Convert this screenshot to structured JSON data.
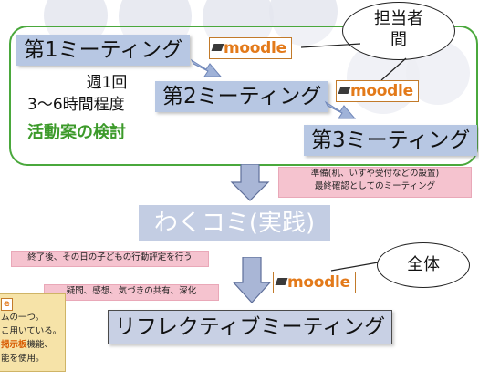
{
  "speech_top": {
    "line1": "担当者",
    "line2": "間"
  },
  "speech_right": {
    "text": "全体"
  },
  "meetings": {
    "m1": "第1ミーティング",
    "m2": "第2ミーティング",
    "m3": "第3ミーティング"
  },
  "frequency": {
    "line1": "週1回",
    "line2": "3～6時間程度"
  },
  "plan_review": "活動案の検討",
  "moodle_label": "moodle",
  "prep_note": {
    "line1": "準備(机、いすや受付などの設置)",
    "line2": "最終確認としてのミーティング"
  },
  "practice": "わくコミ(実践)",
  "after_note": "終了後、その日の子どもの行動評定を行う",
  "discussion_note": "疑問、感想、気づきの共有、深化",
  "reflection": "リフレクティブミーティング",
  "side_note": {
    "brand": "e",
    "line1": "ムの一つ。",
    "line2": "こ用いている。",
    "line3_bold": "掲示板",
    "line3_rest": "機能、",
    "line4": "能を使用。"
  },
  "colors": {
    "frame_green": "#4aa83c",
    "moodle_orange": "#e37a1a",
    "meeting_blue": "#b7c7e3",
    "note_pink": "#f5c3cf"
  }
}
